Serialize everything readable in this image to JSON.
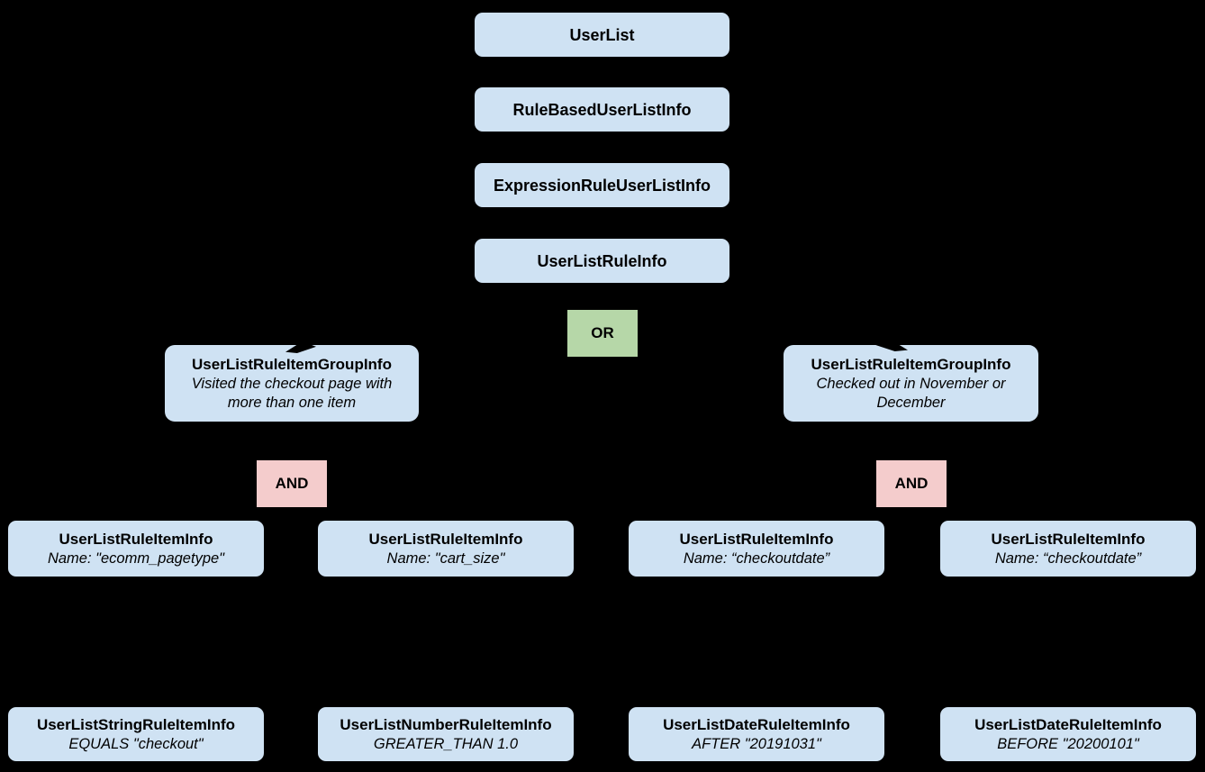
{
  "diagram": {
    "background_color": "#000000",
    "node_color": "#cfe2f3",
    "or_color": "#b6d7a8",
    "and_color": "#f4cccc",
    "text_color": "#000000",
    "chain": [
      {
        "label": "UserList"
      },
      {
        "label": "RuleBasedUserListInfo"
      },
      {
        "label": "ExpressionRuleUserListInfo"
      },
      {
        "label": "UserListRuleInfo"
      }
    ],
    "or_label": "OR",
    "groups": {
      "left": {
        "title": "UserListRuleItemGroupInfo",
        "lines": [
          "Visited the checkout page with",
          "more than one item"
        ],
        "and_label": "AND"
      },
      "right": {
        "title": "UserListRuleItemGroupInfo",
        "lines": [
          "Checked out in November or",
          "December"
        ],
        "and_label": "AND"
      }
    },
    "rule_items": [
      {
        "title": "UserListRuleItemInfo",
        "detail": "Name: \"ecomm_pagetype\""
      },
      {
        "title": "UserListRuleItemInfo",
        "detail": "Name: \"cart_size\""
      },
      {
        "title": "UserListRuleItemInfo",
        "detail": "Name: “checkoutdate”"
      },
      {
        "title": "UserListRuleItemInfo",
        "detail": "Name: “checkoutdate”"
      }
    ],
    "leaf_items": [
      {
        "title": "UserListStringRuleItemInfo",
        "detail": "EQUALS \"checkout\""
      },
      {
        "title": "UserListNumberRuleItemInfo",
        "detail": "GREATER_THAN 1.0"
      },
      {
        "title": "UserListDateRuleItemInfo",
        "detail": "AFTER \"20191031\""
      },
      {
        "title": "UserListDateRuleItemInfo",
        "detail": "BEFORE \"20200101\""
      }
    ]
  }
}
